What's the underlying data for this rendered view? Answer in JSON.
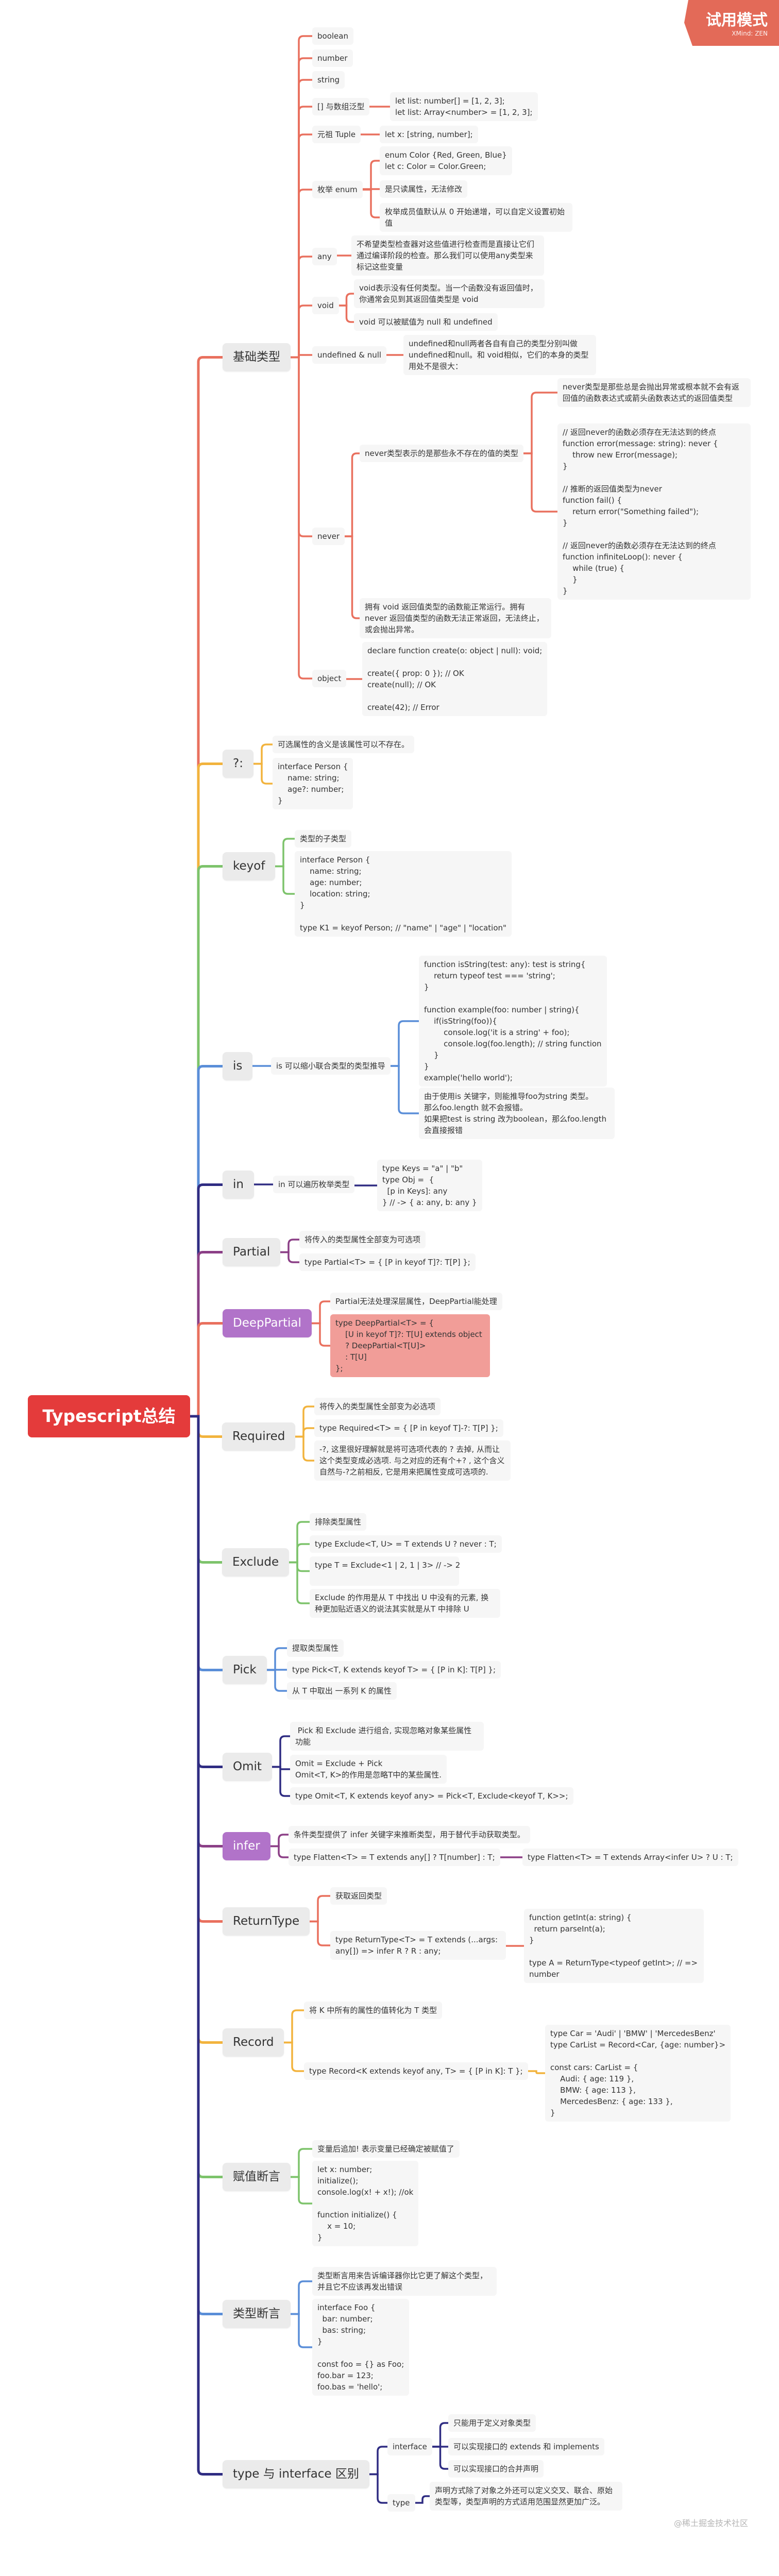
{
  "badge": {
    "title": "试用模式",
    "subtitle": "XMind: ZEN"
  },
  "root": {
    "title": "Typescript总结"
  },
  "watermark": "@稀土掘金技术社区",
  "branches": [
    {
      "label": "基础类型",
      "color": "#e9705e",
      "children": [
        {
          "label": "boolean"
        },
        {
          "label": "number"
        },
        {
          "label": "string"
        },
        {
          "label": "[] 与数组泛型",
          "children": [
            {
              "label": "let list: number[] = [1, 2, 3];\nlet list: Array<number> = [1, 2, 3];"
            }
          ]
        },
        {
          "label": "元祖 Tuple",
          "children": [
            {
              "label": "let x: [string, number];"
            }
          ]
        },
        {
          "label": "枚举 enum",
          "children": [
            {
              "label": "enum Color {Red, Green, Blue}\nlet c: Color = Color.Green;"
            },
            {
              "label": "是只读属性，无法修改"
            },
            {
              "label": "枚举成员值默认从 0 开始递增，可以自定义设置初始值"
            }
          ]
        },
        {
          "label": "any",
          "children": [
            {
              "label": "不希望类型检查器对这些值进行检查而是直接让它们通过编译阶段的检查。那么我们可以使用any类型来标记这些变量"
            }
          ]
        },
        {
          "label": "void",
          "children": [
            {
              "label": "void表示没有任何类型。当一个函数没有返回值时，你通常会见到其返回值类型是 void"
            },
            {
              "label": "void 可以被赋值为 null 和 undefined"
            }
          ]
        },
        {
          "label": "undefined & null",
          "children": [
            {
              "label": "undefined和null两者各自有自己的类型分别叫做undefined和null。和 void相似，它们的本身的类型用处不是很大："
            }
          ]
        },
        {
          "label": "never",
          "children": [
            {
              "label": "never类型表示的是那些永不存在的值的类型",
              "children": [
                {
                  "label": "never类型是那些总是会抛出异常或根本就不会有返回值的函数表达式或箭头函数表达式的返回值类型"
                },
                {
                  "label": "// 返回never的函数必须存在无法达到的终点\nfunction error(message: string): never {\n    throw new Error(message);\n}\n\n// 推断的返回值类型为never\nfunction fail() {\n    return error(\"Something failed\");\n}\n\n// 返回never的函数必须存在无法达到的终点\nfunction infiniteLoop(): never {\n    while (true) {\n    }\n}"
                }
              ]
            },
            {
              "label": "拥有 void 返回值类型的函数能正常运行。拥有 never 返回值类型的函数无法正常返回，无法终止，或会抛出异常。"
            }
          ]
        },
        {
          "label": "object",
          "children": [
            {
              "label": "declare function create(o: object | null): void;\n\ncreate({ prop: 0 }); // OK\ncreate(null); // OK\n\ncreate(42); // Error"
            }
          ]
        }
      ]
    },
    {
      "label": "?:",
      "color": "#f2b33d",
      "children": [
        {
          "label": "可选属性的含义是该属性可以不存在。"
        },
        {
          "label": "interface Person {\n    name: string;\n    age?: number;\n}"
        }
      ]
    },
    {
      "label": "keyof",
      "color": "#7dc36b",
      "children": [
        {
          "label": "类型的子类型"
        },
        {
          "label": "interface Person {\n    name: string;\n    age: number;\n    location: string;\n}\n\ntype K1 = keyof Person; // \"name\" | \"age\" | \"location\""
        }
      ]
    },
    {
      "label": "is",
      "color": "#5a8ed8",
      "children": [
        {
          "label": "is 可以缩小联合类型的类型推导",
          "children": [
            {
              "label": "function isString(test: any): test is string{\n    return typeof test === 'string';\n}\n\nfunction example(foo: number | string){\n    if(isString(foo)){\n        console.log('it is a string' + foo);\n        console.log(foo.length); // string function\n    }\n}\nexample('hello world');"
            },
            {
              "label": "由于使用is 关键字，则能推导foo为string 类型。\n那么foo.length 就不会报错。\n如果把test is string 改为boolean，那么foo.length会直接报错"
            }
          ]
        }
      ]
    },
    {
      "label": "in",
      "color": "#2f2c82",
      "children": [
        {
          "label": "in 可以遍历枚举类型",
          "children": [
            {
              "label": "type Keys = \"a\" | \"b\"\ntype Obj =  {\n  [p in Keys]: any\n} // -> { a: any, b: any }"
            }
          ]
        }
      ]
    },
    {
      "label": "Partial",
      "color": "#8b3f86",
      "children": [
        {
          "label": "将传入的类型属性全部变为可选项"
        },
        {
          "label": "type Partial<T> = { [P in keyof T]?: T[P] };"
        }
      ]
    },
    {
      "label": "DeepPartial",
      "color": "#e9705e",
      "node_color": "#b173c9",
      "children": [
        {
          "label": "Partial无法处理深层属性，DeepPartial能处理"
        },
        {
          "label": "type DeepPartial<T> = {\n    [U in keyof T]?: T[U] extends object\n    ? DeepPartial<T[U]>\n    : T[U]\n};",
          "highlight_color": "#f19d98"
        }
      ]
    },
    {
      "label": "Required",
      "color": "#f2b33d",
      "children": [
        {
          "label": "将传入的类型属性全部变为必选项"
        },
        {
          "label": "type Required<T> = { [P in keyof T]-?: T[P] };"
        },
        {
          "label": "-?, 这里很好理解就是将可选项代表的 ? 去掉, 从而让这个类型变成必选项. 与之对应的还有个+? , 这个含义自然与-?之前相反, 它是用来把属性变成可选项的."
        }
      ]
    },
    {
      "label": "Exclude",
      "color": "#7dc36b",
      "children": [
        {
          "label": "排除类型属性"
        },
        {
          "label": "type Exclude<T, U> = T extends U ? never : T;"
        },
        {
          "label": "type T = Exclude<1 | 2, 1 | 3> // -> 2"
        },
        {
          "label": "Exclude 的作用是从 T 中找出 U 中没有的元素, 换种更加贴近语义的说法其实就是从T 中排除 U"
        }
      ]
    },
    {
      "label": "Pick",
      "color": "#5a8ed8",
      "children": [
        {
          "label": "提取类型属性"
        },
        {
          "label": "type Pick<T, K extends keyof T> = { [P in K]: T[P] };"
        },
        {
          "label": "从 T 中取出 一系列 K 的属性"
        }
      ]
    },
    {
      "label": "Omit",
      "color": "#2f2c82",
      "children": [
        {
          "label": " Pick 和 Exclude 进行组合, 实现忽略对象某些属性功能"
        },
        {
          "label": "Omit = Exclude + Pick\nOmit<T, K>的作用是忽略T中的某些属性."
        },
        {
          "label": "type Omit<T, K extends keyof any> = Pick<T, Exclude<keyof T, K>>;"
        }
      ]
    },
    {
      "label": "infer",
      "color": "#8b3f86",
      "node_color": "#b173c9",
      "children": [
        {
          "label": "条件类型提供了 infer 关键字来推断类型，用于替代手动获取类型。"
        },
        {
          "label": "type Flatten<T> = T extends any[] ? T[number] : T;",
          "children": [
            {
              "label": "type Flatten<T> = T extends Array<infer U> ? U : T;"
            }
          ]
        }
      ]
    },
    {
      "label": "ReturnType",
      "color": "#e9705e",
      "children": [
        {
          "label": "获取返回类型"
        },
        {
          "label": "type ReturnType<T> = T extends (...args: any[]) => infer R ? R : any;",
          "children": [
            {
              "label": "function getInt(a: string) {\n  return parseInt(a);\n}\n\ntype A = ReturnType<typeof getInt>; // => number"
            }
          ]
        }
      ]
    },
    {
      "label": "Record",
      "color": "#f2b33d",
      "children": [
        {
          "label": "将 K 中所有的属性的值转化为 T 类型"
        },
        {
          "label": "type Record<K extends keyof any, T> = { [P in K]: T };",
          "children": [
            {
              "label": "type Car = 'Audi' | 'BMW' | 'MercedesBenz'\ntype CarList = Record<Car, {age: number}>\n\nconst cars: CarList = {\n    Audi: { age: 119 },\n    BMW: { age: 113 },\n    MercedesBenz: { age: 133 },\n}"
            }
          ]
        }
      ]
    },
    {
      "label": "赋值断言",
      "color": "#7dc36b",
      "children": [
        {
          "label": "变量后追加! 表示变量已经确定被赋值了"
        },
        {
          "label": "let x: number;\ninitialize();\nconsole.log(x! + x!); //ok\n\nfunction initialize() {\n    x = 10;\n}"
        }
      ]
    },
    {
      "label": "类型断言",
      "color": "#5a8ed8",
      "children": [
        {
          "label": "类型断言用来告诉编译器你比它更了解这个类型，并且它不应该再发出错误"
        },
        {
          "label": "interface Foo {\n  bar: number;\n  bas: string;\n}\n\nconst foo = {} as Foo;\nfoo.bar = 123;\nfoo.bas = 'hello';"
        }
      ]
    },
    {
      "label": "type 与 interface 区别",
      "color": "#2f2c82",
      "children": [
        {
          "label": "interface",
          "children": [
            {
              "label": "只能用于定义对象类型"
            },
            {
              "label": "可以实现接口的 extends 和 implements"
            },
            {
              "label": "可以实现接口的合并声明"
            }
          ]
        },
        {
          "label": "type",
          "children": [
            {
              "label": "声明方式除了对象之外还可以定义交叉、联合、原始类型等，类型声明的方式适用范围显然更加广泛。"
            }
          ]
        }
      ]
    }
  ]
}
